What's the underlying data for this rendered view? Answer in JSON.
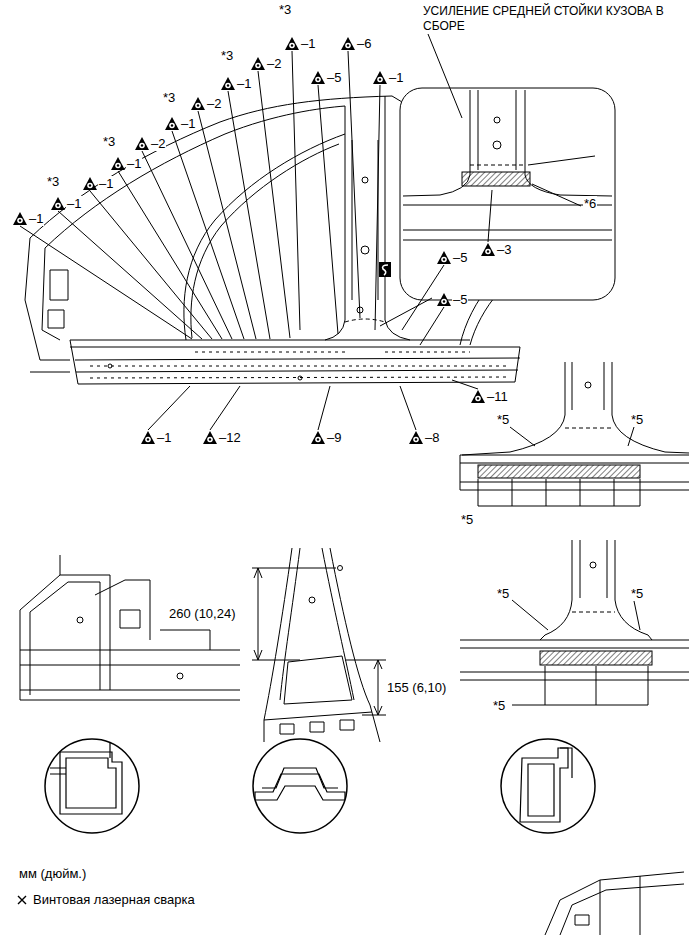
{
  "diagram": {
    "labels": [
      "УСИЛЕНИЕ СРЕДНЕЙ СТОЙКИ КУЗОВА В СБОРЕ",
      "*3",
      "–1",
      "–6",
      "*3",
      "–2",
      "–1",
      "–5",
      "–1",
      "*3",
      "–2",
      "–1",
      "*3",
      "–2",
      "–1",
      "*3",
      "–1",
      "–1",
      "–1",
      "*6",
      "–3",
      "–5",
      "–5",
      "–11",
      "–1",
      "–12",
      "–9",
      "–8",
      "*5",
      "*5",
      "*5",
      "*5",
      "*5",
      "*5",
      "260 (10,24)",
      "155 (6,10)",
      "мм (дюйм.)"
    ],
    "legend": [
      {
        "text": "Винтовая лазерная сварка"
      }
    ]
  }
}
